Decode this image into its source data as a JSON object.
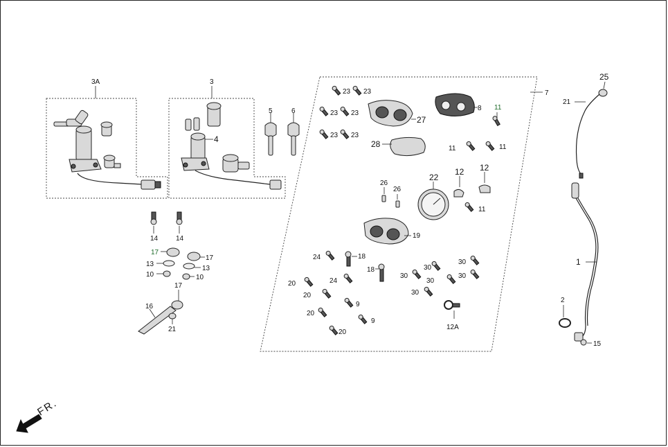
{
  "diagram": {
    "title": "",
    "direction_label": "FR.",
    "callouts": {
      "c3A": "3A",
      "c3": "3",
      "c4": "4",
      "c5": "5",
      "c6": "6",
      "c7": "7",
      "c8": "8",
      "c27": "27",
      "c28": "28",
      "c22": "22",
      "c19": "19",
      "c26a": "26",
      "c26b": "26",
      "c12a": "12",
      "c12b": "12",
      "c12A": "12A",
      "c11a": "11",
      "c11b": "11",
      "c11c": "11",
      "c11d": "11",
      "c23a": "23",
      "c23b": "23",
      "c23c": "23",
      "c23d": "23",
      "c23e": "23",
      "c23f": "23",
      "c24a": "24",
      "c24b": "24",
      "c18a": "18",
      "c18b": "18",
      "c20a": "20",
      "c20b": "20",
      "c20c": "20",
      "c20d": "20",
      "c9a": "9",
      "c9b": "9",
      "c30a": "30",
      "c30b": "30",
      "c30c": "30",
      "c30d": "30",
      "c30e": "30",
      "c30f": "30",
      "c14a": "14",
      "c14b": "14",
      "c17a": "17",
      "c17b": "17",
      "c17c": "17",
      "c13a": "13",
      "c13b": "13",
      "c10a": "10",
      "c10b": "10",
      "c16": "16",
      "c21a": "21",
      "c21b": "21",
      "c25": "25",
      "c1": "1",
      "c2": "2",
      "c15": "15"
    }
  }
}
